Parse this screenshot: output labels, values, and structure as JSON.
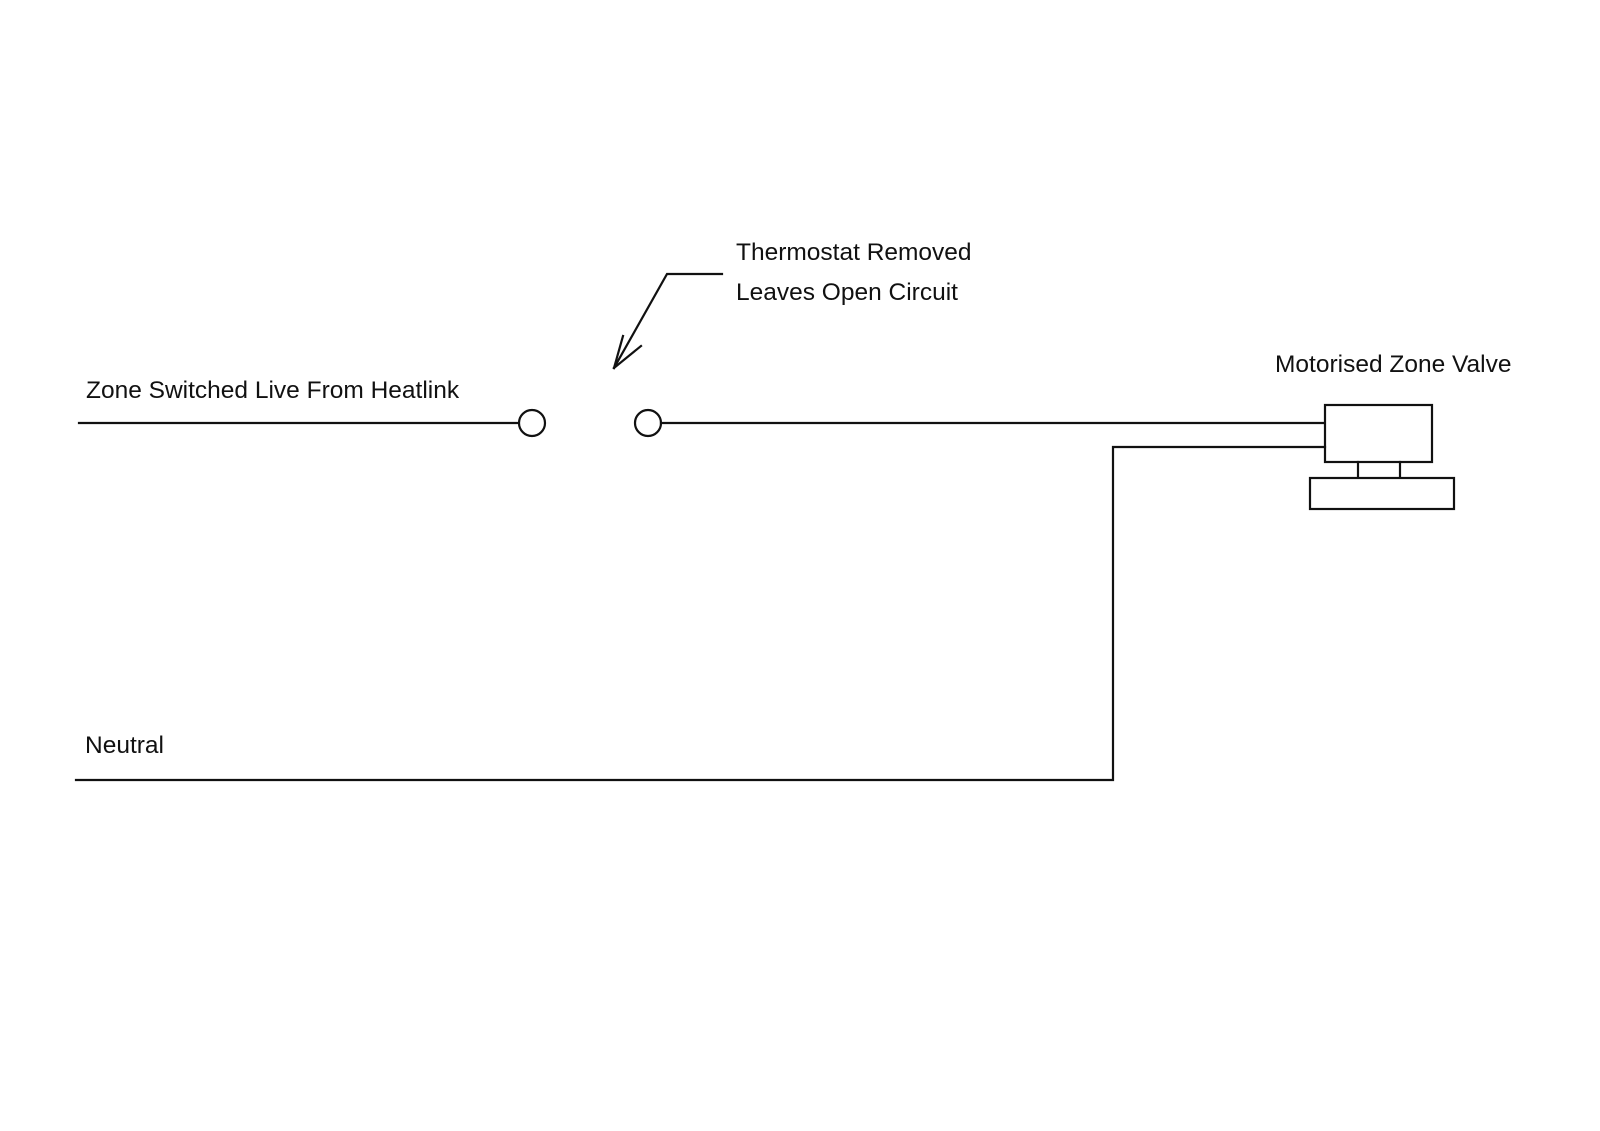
{
  "diagram": {
    "type": "wiring-schematic",
    "colors": {
      "line": "#111111",
      "background": "#ffffff"
    },
    "labels": {
      "live": "Zone Switched Live From Heatlink",
      "neutral": "Neutral",
      "valve": "Motorised Zone Valve",
      "annotation_line1": "Thermostat Removed",
      "annotation_line2": "Leaves Open Circuit"
    },
    "components": [
      {
        "id": "live-feed",
        "kind": "wire",
        "label": "Zone Switched Live From Heatlink"
      },
      {
        "id": "thermostat-terminal-in",
        "kind": "open-terminal"
      },
      {
        "id": "thermostat-terminal-out",
        "kind": "open-terminal"
      },
      {
        "id": "motorised-zone-valve",
        "kind": "valve",
        "label": "Motorised Zone Valve"
      },
      {
        "id": "neutral-feed",
        "kind": "wire",
        "label": "Neutral"
      }
    ],
    "connections": [
      {
        "from": "live-feed",
        "to": "thermostat-terminal-in"
      },
      {
        "from": "thermostat-terminal-in",
        "to": "thermostat-terminal-out",
        "state": "open circuit"
      },
      {
        "from": "thermostat-terminal-out",
        "to": "motorised-zone-valve"
      },
      {
        "from": "neutral-feed",
        "to": "motorised-zone-valve"
      }
    ]
  }
}
